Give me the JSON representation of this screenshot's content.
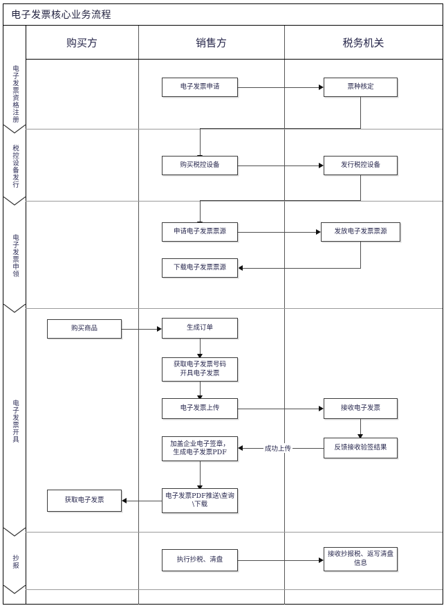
{
  "diagram": {
    "title": "电子发票核心业务流程",
    "columns": [
      {
        "id": "buyer",
        "label": "购买方"
      },
      {
        "id": "seller",
        "label": "销售方"
      },
      {
        "id": "tax",
        "label": "税务机关"
      }
    ],
    "stages": [
      {
        "id": "stage-register",
        "label": "电子发票资格注册"
      },
      {
        "id": "stage-device",
        "label": "税控设备发行"
      },
      {
        "id": "stage-apply",
        "label": "电子发票申领"
      },
      {
        "id": "stage-issue",
        "label": "电子发票开具"
      },
      {
        "id": "stage-report",
        "label": "抄报"
      }
    ],
    "nodes": [
      {
        "id": "n-einvoice-apply",
        "lane": "seller",
        "stage": "stage-register",
        "label": "电子发票申请"
      },
      {
        "id": "n-ticket-approve",
        "lane": "tax",
        "stage": "stage-register",
        "label": "票种核定"
      },
      {
        "id": "n-buy-device",
        "lane": "seller",
        "stage": "stage-device",
        "label": "购买税控设备"
      },
      {
        "id": "n-issue-device",
        "lane": "tax",
        "stage": "stage-device",
        "label": "发行税控设备"
      },
      {
        "id": "n-apply-source",
        "lane": "seller",
        "stage": "stage-apply",
        "label": "申请电子发票票源"
      },
      {
        "id": "n-grant-source",
        "lane": "tax",
        "stage": "stage-apply",
        "label": "发放电子发票票源"
      },
      {
        "id": "n-download-source",
        "lane": "seller",
        "stage": "stage-apply",
        "label": "下载电子发票票源"
      },
      {
        "id": "n-buy-goods",
        "lane": "buyer",
        "stage": "stage-issue",
        "label": "购买商品"
      },
      {
        "id": "n-create-order",
        "lane": "seller",
        "stage": "stage-issue",
        "label": "生成订单"
      },
      {
        "id": "n-get-number",
        "lane": "seller",
        "stage": "stage-issue",
        "label": "获取电子发票号码\n开具电子发票"
      },
      {
        "id": "n-upload",
        "lane": "seller",
        "stage": "stage-issue",
        "label": "电子发票上传"
      },
      {
        "id": "n-receive-invoice",
        "lane": "tax",
        "stage": "stage-issue",
        "label": "接收电子发票"
      },
      {
        "id": "n-sign-pdf",
        "lane": "seller",
        "stage": "stage-issue",
        "label": "加盖企业电子签章，\n生成电子发票PDF"
      },
      {
        "id": "n-feedback",
        "lane": "tax",
        "stage": "stage-issue",
        "label": "反馈接收验签结果"
      },
      {
        "id": "n-push-pdf",
        "lane": "seller",
        "stage": "stage-issue",
        "label": "电子发票PDF推送\\查询\n\\下载"
      },
      {
        "id": "n-get-invoice",
        "lane": "buyer",
        "stage": "stage-issue",
        "label": "获取电子发票"
      },
      {
        "id": "n-do-report",
        "lane": "seller",
        "stage": "stage-report",
        "label": "执行抄税、清盘"
      },
      {
        "id": "n-receive-report",
        "lane": "tax",
        "stage": "stage-report",
        "label": "接收抄报税、返写清盘\n信息"
      }
    ],
    "edge_labels": [
      {
        "id": "edge-upload-success",
        "label": "成功上传"
      }
    ],
    "colors": {
      "frame": "#000000",
      "lane_divider": "#555555",
      "row_divider": "#9a9a9a",
      "node_border": "#3a3a3a",
      "connector": "#4d4d4d",
      "text": "#23234a"
    }
  }
}
